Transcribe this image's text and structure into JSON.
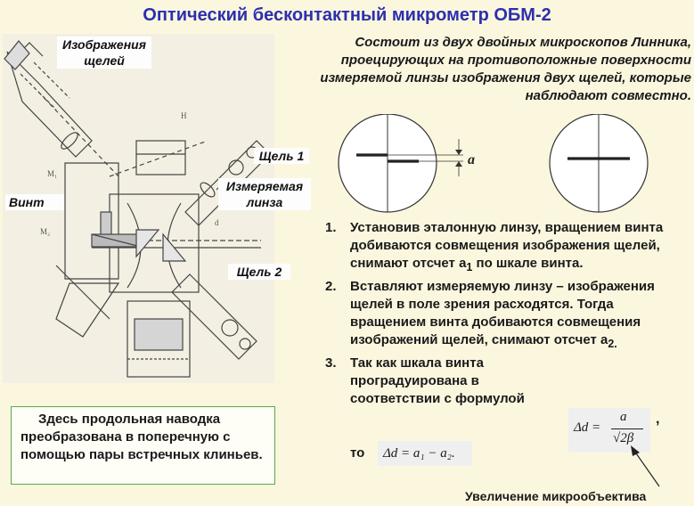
{
  "title": "Оптический бесконтактный микрометр ОБМ-2",
  "drawing": {
    "label_images": "Изображения щелей",
    "label_slit1": "Щель 1",
    "label_lens": "Измеряемая линза",
    "label_screw": "Винт",
    "label_slit2": "Щель 2",
    "marks": {
      "h": "H",
      "m1": "M₁",
      "m2": "M₂",
      "d": "d"
    }
  },
  "intro": "Состоит из двух двойных микроскопов Линника, проецирующих на противоположные поверхности измеряемой линзы изображения двух щелей, которые наблюдают совместно.",
  "field_symbol": "a",
  "steps": [
    {
      "num": "1.",
      "text": "Установив эталонную линзу, вращением винта добиваются совмещения изображения щелей, снимают отсчет a",
      "sub": "1",
      "tail": " по шкале винта."
    },
    {
      "num": "2.",
      "text": "Вставляют измеряемую линзу – изображения щелей в поле зрения расходятся. Тогда вращением винта добиваются совмещения изображений щелей, снимают отсчет a",
      "sub": "2.",
      "tail": ""
    },
    {
      "num": "3.",
      "text": "Так как шкала винта проградуирована в соответствии с формулой",
      "sub": "",
      "tail": ""
    }
  ],
  "formula1": {
    "lhs": "Δd =",
    "num": "a",
    "den": "√2β",
    "comma": ","
  },
  "then_word": "то",
  "formula2": "Δd = a₁ − a₂.",
  "note": "Здесь продольная наводка преобразована в поперечную с помощью пары встречных клиньев.",
  "footer": "Увеличение микрообъектива",
  "colors": {
    "title": "#2e2fae",
    "background": "#fbf7df",
    "note_border": "#55aa44"
  }
}
